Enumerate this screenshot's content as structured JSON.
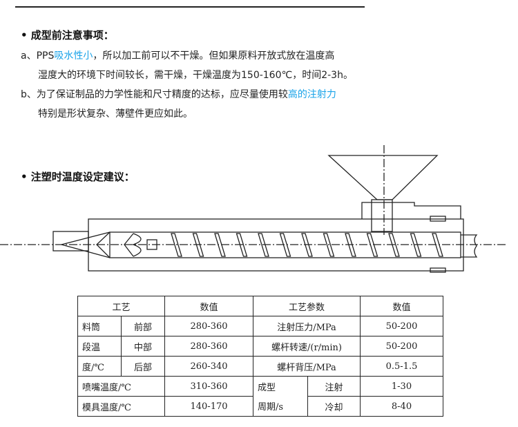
{
  "section1": {
    "heading": "• 成型前注意事项：",
    "item_a": {
      "prefix": "a、PPS",
      "highlight": "吸水性小",
      "rest": "，所以加工前可以不干燥。但如果原料开放式放在温度高",
      "line2": "湿度大的环境下时间较长，需干燥，干燥温度为150-160℃，时间2-3h。"
    },
    "item_b": {
      "prefix": "b、为了保证制品的力学性能和尺寸精度的达标，应尽量使用较",
      "highlight": "高的注射力",
      "line2": "特别是形状复杂、薄壁件更应如此。"
    }
  },
  "section2": {
    "heading": "• 注塑时温度设定建议："
  },
  "colors": {
    "highlight": "#1aa3e8"
  },
  "table": {
    "headers": [
      "工艺",
      "数值",
      "工艺参数",
      "数值"
    ],
    "barrel_label": [
      "料筒",
      "段温",
      "度/℃"
    ],
    "rows": [
      {
        "zone": "前部",
        "value": "280-360",
        "param": "注射压力/MPa",
        "pvalue": "50-200"
      },
      {
        "zone": "中部",
        "value": "280-360",
        "param": "螺杆转速/(r/min)",
        "pvalue": "50-200"
      },
      {
        "zone": "后部",
        "value": "260-340",
        "param": "螺杆背压/MPa",
        "pvalue": "0.5-1.5"
      }
    ],
    "nozzle": {
      "label": "喷嘴温度/℃",
      "value": "310-360"
    },
    "mold": {
      "label": "模具温度/℃",
      "value": "140-170"
    },
    "cycle_label": [
      "成型",
      "周期/s"
    ],
    "cycle": [
      {
        "phase": "注射",
        "value": "1-30"
      },
      {
        "phase": "冷却",
        "value": "8-40"
      }
    ]
  }
}
